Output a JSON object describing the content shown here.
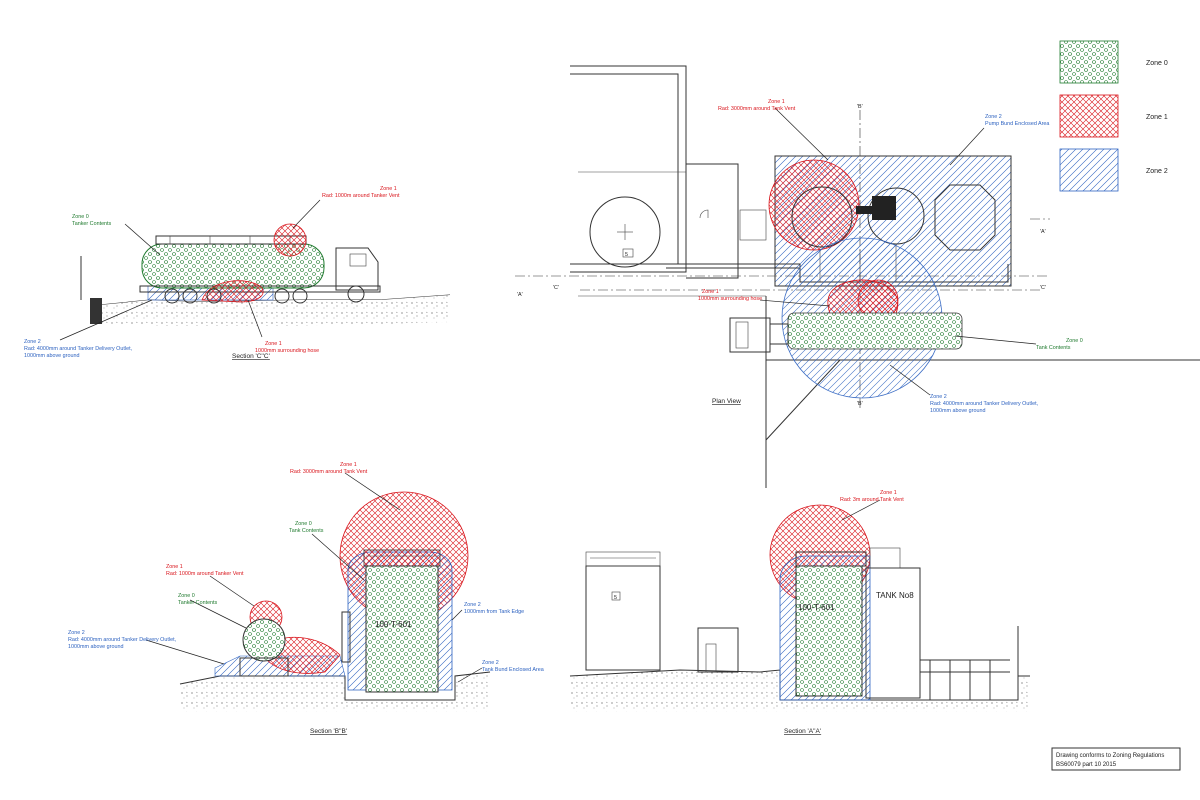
{
  "legend": [
    {
      "label": "Zone 0",
      "color": "#1f7a2e"
    },
    {
      "label": "Zone 1",
      "color": "#d9141b"
    },
    {
      "label": "Zone 2",
      "color": "#2d62c0"
    }
  ],
  "section_cc": {
    "title": "Section 'C''C'",
    "zone0": {
      "l1": "Zone 0",
      "l2": "Tanker Contents"
    },
    "zone1_vent": {
      "l1": "Zone 1",
      "l2": "Rad: 1000m around Tanker Vent"
    },
    "zone1_hose": {
      "l1": "Zone 1",
      "l2": "1000mm surrounding hose"
    },
    "zone2": {
      "l1": "Zone 2",
      "l2": "Rad: 4000mm around Tanker Delivery Outlet,",
      "l3": "1000mm above ground"
    }
  },
  "plan": {
    "title": "Plan View",
    "zone1_vent": {
      "l1": "Zone 1",
      "l2": "Rad: 3000mm around Tank Vent"
    },
    "zone2_bund": {
      "l1": "Zone 2",
      "l2": "Pump Bund Enclosed Area"
    },
    "zone1_hose": {
      "l1": "Zone 1",
      "l2": "1000mm surrounding hose"
    },
    "zone0": {
      "l1": "Zone 0",
      "l2": "Tank Contents"
    },
    "zone2_outlet": {
      "l1": "Zone 2",
      "l2": "Rad: 4000mm around Tanker Delivery Outlet,",
      "l3": "1000mm above ground"
    },
    "mark_a": "'A'",
    "mark_b": "'B'",
    "mark_c": "'C'",
    "tank_num": "5"
  },
  "section_bb": {
    "title": "Section 'B''B'",
    "zone1_tank": {
      "l1": "Zone 1",
      "l2": "Rad: 3000mm around Tank Vent"
    },
    "zone0_tank": {
      "l1": "Zone 0",
      "l2": "Tank Contents"
    },
    "zone1_tanker": {
      "l1": "Zone 1",
      "l2": "Rad: 1000m around Tanker Vent"
    },
    "zone0_tanker": {
      "l1": "Zone 0",
      "l2": "Tanker Contents"
    },
    "zone2_outlet": {
      "l1": "Zone 2",
      "l2": "Rad: 4000mm around Tanker Delivery Outlet,",
      "l3": "1000mm above ground"
    },
    "zone2_edge": {
      "l1": "Zone 2",
      "l2": "1000mm from Tank Edge"
    },
    "zone2_bund": {
      "l1": "Zone 2",
      "l2": "Tank Bund Enclosed Area"
    },
    "tank_id": "100-T-601"
  },
  "section_aa": {
    "title": "Section 'A''A'",
    "zone1": {
      "l1": "Zone 1",
      "l2": "Rad: 3m around Tank Vent"
    },
    "tank_id": "100-T-601",
    "tank_label": "TANK No8",
    "small_tank_num": "5"
  },
  "note": {
    "line1": "Drawing conforms to Zoning Regulations",
    "line2": "BS60079 part 10 2015"
  }
}
